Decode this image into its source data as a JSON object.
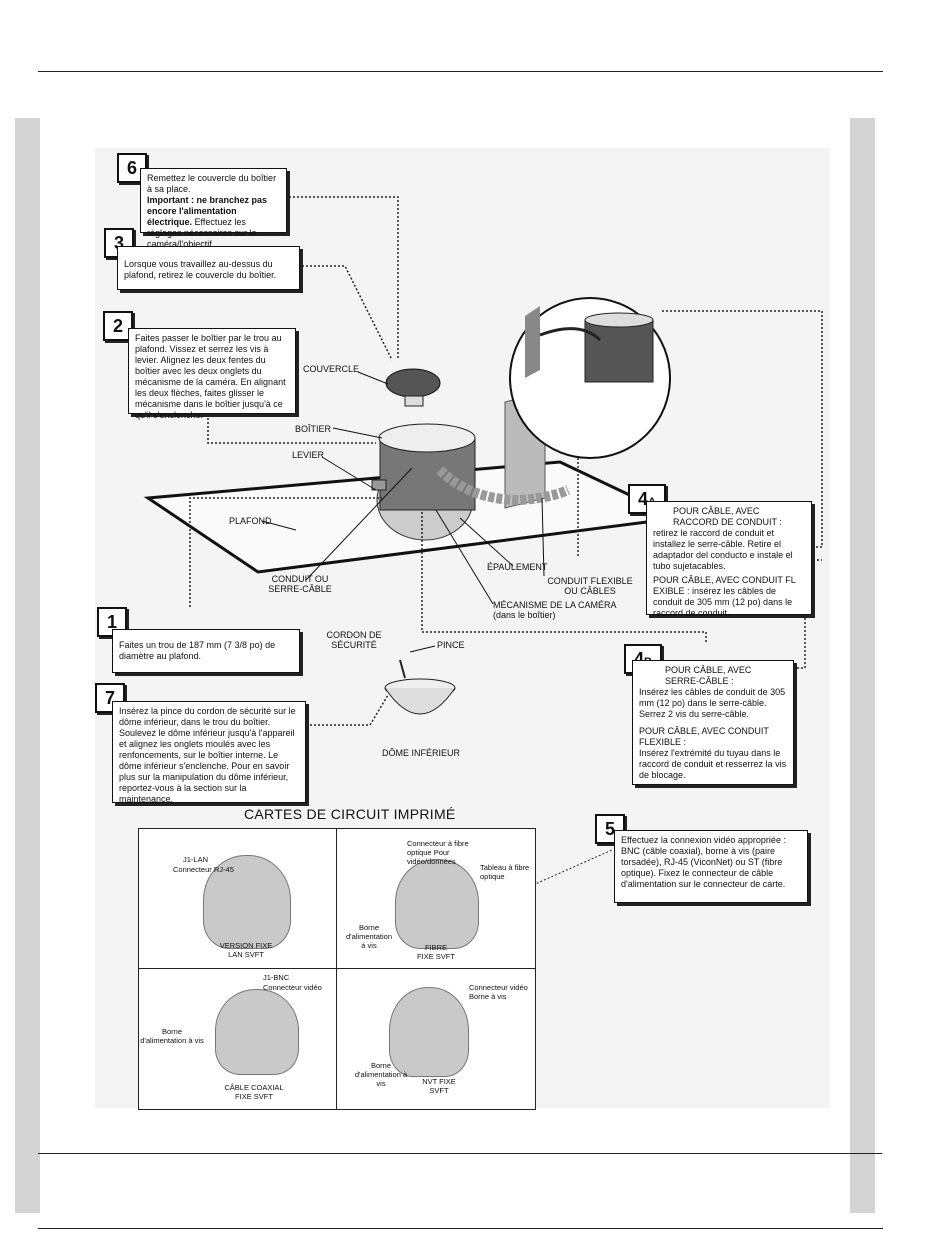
{
  "steps": {
    "s6": {
      "number": "6",
      "p1": "Remettez le couvercle du boîtier à sa place.",
      "p2_bold": "Important : ne branchez pas encore l'alimentation électrique.",
      "p2": " Effectuez les réglages nécessaires sur la caméra/l'objectif."
    },
    "s3": {
      "number": "3",
      "text": "Lorsque vous travaillez au-dessus du plafond, retirez le couvercle du boîtier."
    },
    "s2": {
      "number": "2",
      "text": "Faites passer le boîtier par le trou au plafond. Vissez et serrez les vis à levier. Alignez les deux fentes du boîtier avec les deux onglets du mécanisme de la caméra. En alignant les deux flèches, faites glisser le mécanisme dans le boîtier jusqu'à ce qu'il s'enclenche."
    },
    "s1": {
      "number": "1",
      "text": "Faites un trou de 187 mm (7 3/8 po) de diamètre au plafond."
    },
    "s7": {
      "number": "7",
      "text": "Insérez la pince du cordon de sécurité sur le dôme inférieur, dans le trou du boîtier. Soulevez le dôme inférieur jusqu'à l'appareil et alignez les onglets moulés avec les renfoncements, sur le boîtier interne. Le dôme inférieur s'enclenche. Pour en savoir plus sur la manipulation du dôme inférieur, reportez-vous à la section sur la maintenance."
    },
    "s4a": {
      "number": "4",
      "letter": "A",
      "p1": "POUR CÂBLE, AVEC RACCORD DE CONDUIT :",
      "p2": "retirez le raccord de conduit et installez le serre-câble. Retire el adaptador del conducto e instale el tubo sujetacables.",
      "p3": "POUR CÂBLE, AVEC CONDUIT FL EXIBLE : insérez les câbles de conduit de 305 mm (12 po) dans le raccord de conduit."
    },
    "s4b": {
      "number": "4",
      "letter": "B",
      "p1": "POUR CÂBLE, AVEC SERRE-CÂBLE :",
      "p2": "Insérez les câbles de conduit de 305 mm (12 po) dans le serre-câble. Serrez 2 vis du serre-câble.",
      "p3": "POUR CÂBLE, AVEC CONDUIT FLEXIBLE :",
      "p4": "Insérez l'extrémité du tuyau dans le raccord de conduit et resserrez la vis de blocage."
    },
    "s5": {
      "number": "5",
      "text": "Effectuez la connexion vidéo appropriée : BNC (câble coaxial), borne à vis (paire torsadée), RJ-45 (ViconNet) ou ST (fibre optique). Fixez le connecteur de câble d'alimentation sur le connecteur de carte."
    }
  },
  "labels": {
    "couvercle": "COUVERCLE",
    "boitier": "BOÎTIER",
    "levier": "LEVIER",
    "plafond": "PLAFOND",
    "conduit": "CONDUIT OU SERRE-CÂBLE",
    "epaulement": "ÉPAULEMENT",
    "conduit_flex": "CONDUIT FLEXIBLE OU CÂBLES",
    "mecanisme": "MÉCANISME DE LA CAMÉRA (dans le boîtier)",
    "cordon": "CORDON DE SÉCURITÉ",
    "pince": "PINCE",
    "dome": "DÔME INFÉRIEUR"
  },
  "pcb": {
    "title": "CARTES DE CIRCUIT IMPRIMÉ",
    "lan": {
      "j1": "J1-LAN",
      "conn": "Connecteur RJ-45",
      "caption": "VERSION FIXE LAN SVFT"
    },
    "fibre": {
      "conn": "Connecteur à fibre optique Pour vidéo/données",
      "tableau": "Tableau à fibre optique",
      "borne": "Borne d'alimentation à vis",
      "caption": "FIBRE FIXE SVFT"
    },
    "coax": {
      "j1": "J1-BNC",
      "conn": "Connecteur vidéo",
      "borne": "Borne d'alimentation à vis",
      "caption": "CÂBLE COAXIAL FIXE SVFT"
    },
    "nvt": {
      "conn": "Connecteur vidéo Borne à vis",
      "borne": "Borne d'alimentation à vis",
      "caption": "NVT FIXE SVFT"
    }
  }
}
